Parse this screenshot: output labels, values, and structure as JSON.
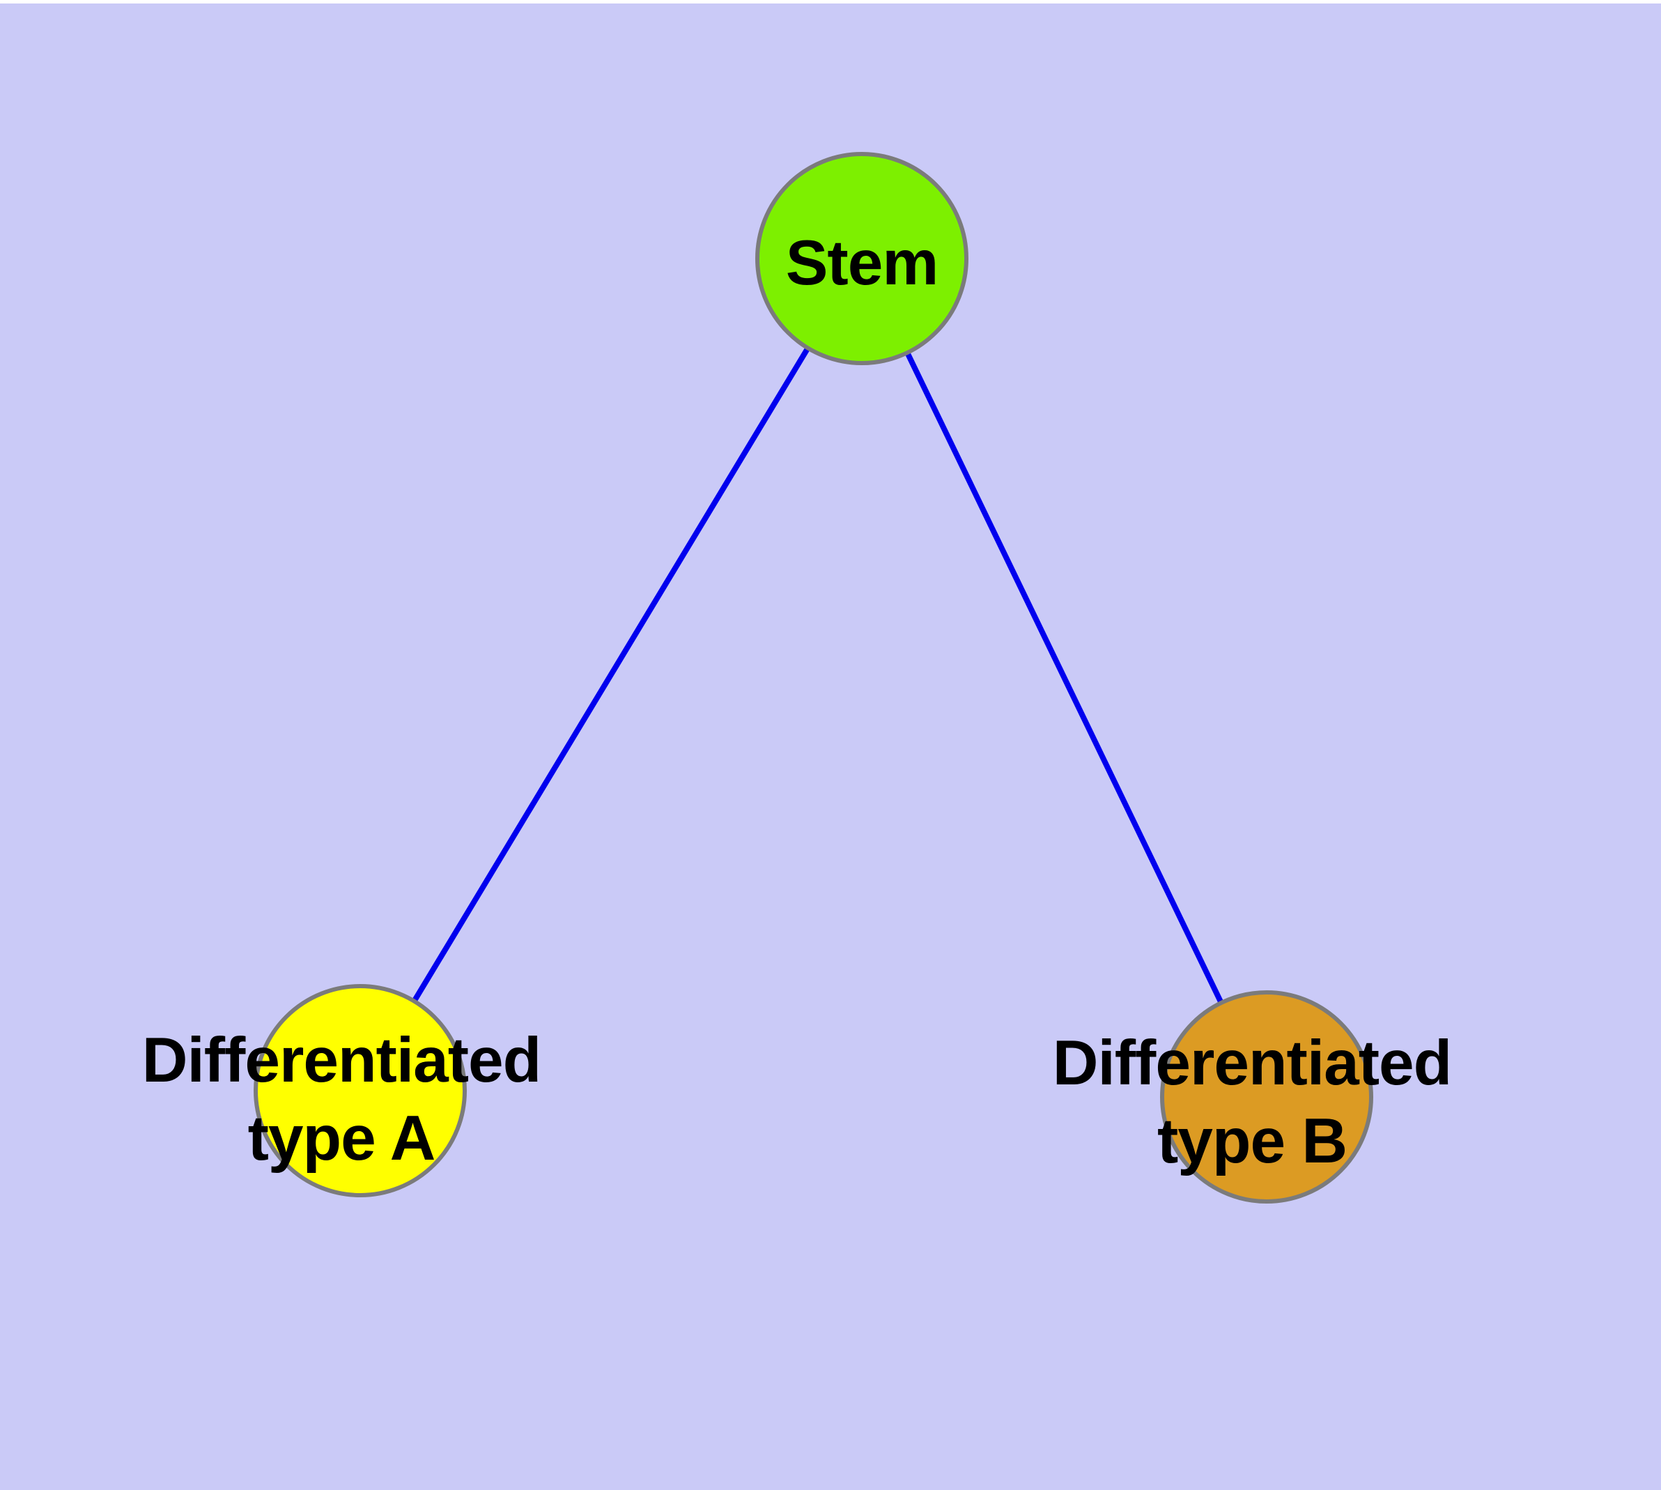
{
  "diagram": {
    "background_color": "#CACAF7",
    "edge_color": "#0000EE",
    "node_border_color": "#7B7B7B",
    "label_text_color": "#000000",
    "nodes": [
      {
        "id": "stem",
        "label": "Stem",
        "color": "#7DF000"
      },
      {
        "id": "differentiated-type-a",
        "label_line1": "Differentiated",
        "label_line2": "type A",
        "color": "#FFFF00"
      },
      {
        "id": "differentiated-type-b",
        "label_line1": "Differentiated",
        "label_line2": "type B",
        "color": "#DC9B23"
      }
    ],
    "edges": [
      {
        "from": "stem",
        "to": "differentiated-type-a"
      },
      {
        "from": "stem",
        "to": "differentiated-type-b"
      }
    ]
  }
}
